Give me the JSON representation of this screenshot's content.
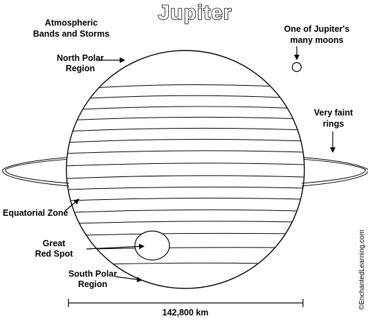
{
  "title": "Jupiter",
  "labels": {
    "atmospheric_line1": "Atmospheric",
    "atmospheric_line2": "Bands and Storms",
    "north_polar_line1": "North Polar",
    "north_polar_line2": "Region",
    "moon_line1": "One of Jupiter's",
    "moon_line2": "many moons",
    "rings_line1": "Very faint",
    "rings_line2": "rings",
    "equatorial": "Equatorial Zone",
    "red_spot_line1": "Great",
    "red_spot_line2": "Red Spot",
    "south_polar_line1": "South Polar",
    "south_polar_line2": "Region"
  },
  "scale": {
    "text": "142,800 km"
  },
  "credit": "©EnchantedLearning.com"
}
